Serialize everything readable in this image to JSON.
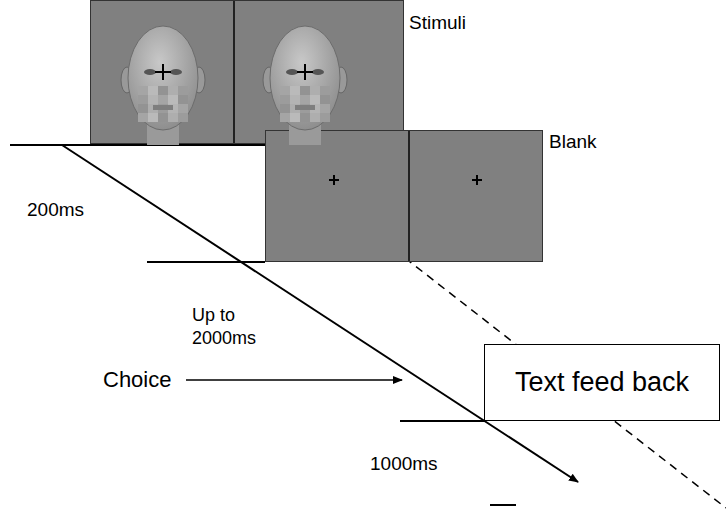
{
  "diagram": {
    "nodes": [
      {
        "text": [
          "Stimuli"
        ]
      },
      {
        "text": [
          "Blank"
        ]
      },
      {
        "text": [
          "Text feed back"
        ]
      }
    ],
    "labels": [
      "200ms",
      "Up to 2000ms",
      "Choice",
      "1000ms"
    ]
  }
}
